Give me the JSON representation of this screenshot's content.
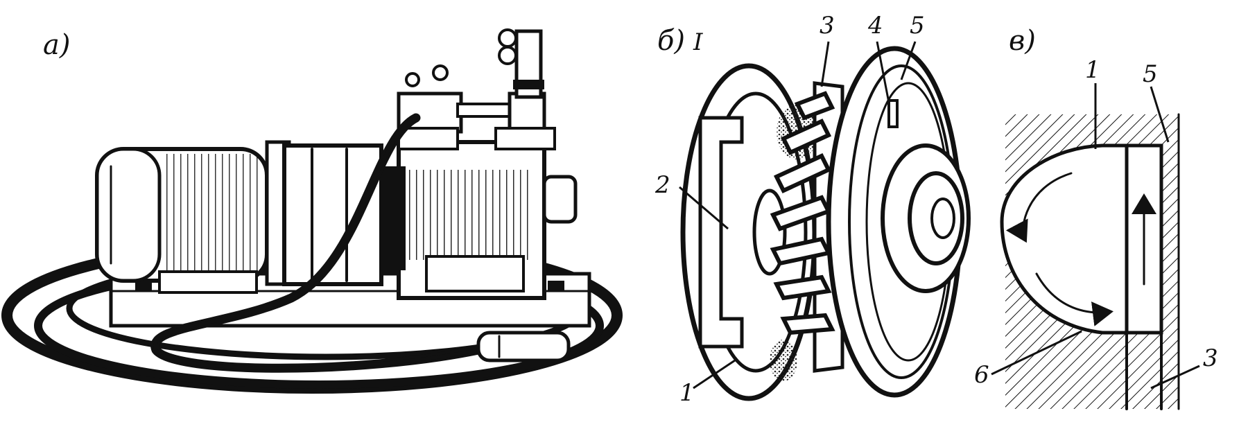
{
  "panels": [
    {
      "id": "a",
      "letter": "а)"
    },
    {
      "id": "b",
      "letter": "б)",
      "section_mark": "I"
    },
    {
      "id": "v",
      "letter": "в)"
    }
  ],
  "callouts_b": [
    "1",
    "2",
    "3",
    "4",
    "5"
  ],
  "callouts_v": [
    "1",
    "5",
    "6",
    "3"
  ]
}
